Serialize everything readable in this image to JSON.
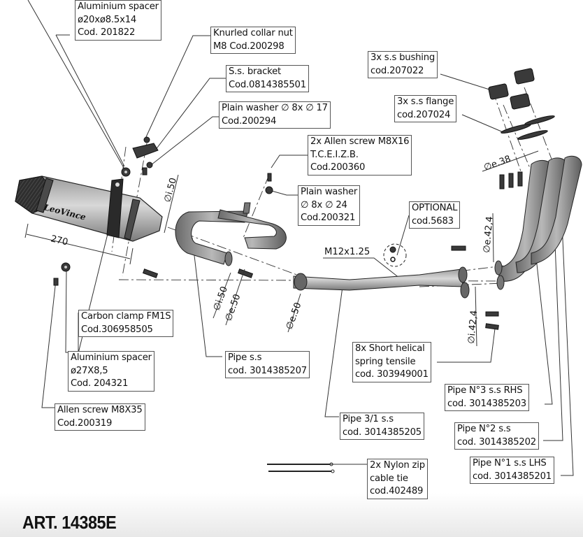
{
  "article": "ART. 14385E",
  "brand_logo_text": "LeoVince",
  "callouts": [
    {
      "id": "aluminium-spacer-201822",
      "lines": [
        "Aluminium spacer",
        "ø20xø8.5x14",
        "Cod. 201822"
      ]
    },
    {
      "id": "knurled-collar-nut",
      "lines": [
        "Knurled collar nut",
        "M8 Cod.200298"
      ]
    },
    {
      "id": "ss-bracket",
      "lines": [
        "S.s. bracket",
        "Cod.0814385501"
      ]
    },
    {
      "id": "plain-washer-17",
      "lines": [
        "Plain washer ∅ 8x ∅ 17",
        "Cod.200294"
      ]
    },
    {
      "id": "allen-screw-m8x16",
      "lines": [
        "2x Allen screw M8X16",
        "T.C.E.I.Z.B.",
        "Cod.200360"
      ]
    },
    {
      "id": "plain-washer-24",
      "lines": [
        "Plain washer",
        "∅ 8x ∅ 24",
        "Cod.200321"
      ]
    },
    {
      "id": "ss-bushing",
      "lines": [
        "3x s.s bushing",
        "cod.207022"
      ]
    },
    {
      "id": "ss-flange",
      "lines": [
        "3x s.s flange",
        "cod.207024"
      ]
    },
    {
      "id": "optional",
      "lines": [
        "OPTIONAL",
        "cod.5683"
      ]
    },
    {
      "id": "carbon-clamp",
      "lines": [
        "Carbon clamp FM1S",
        "Cod.306958505"
      ]
    },
    {
      "id": "aluminium-spacer-204321",
      "lines": [
        "Aluminium spacer",
        "ø27X8,5",
        "Cod. 204321"
      ]
    },
    {
      "id": "allen-screw-m8x35",
      "lines": [
        "Allen screw M8X35",
        "Cod.200319"
      ]
    },
    {
      "id": "pipe-ss",
      "lines": [
        "Pipe s.s",
        "cod. 3014385207"
      ]
    },
    {
      "id": "helical-spring",
      "lines": [
        "8x Short helical",
        "spring tensile",
        "cod. 303949001"
      ]
    },
    {
      "id": "pipe-3-1",
      "lines": [
        "Pipe 3/1 s.s",
        "cod. 3014385205"
      ]
    },
    {
      "id": "pipe-n3",
      "lines": [
        "Pipe N°3 s.s RHS",
        "cod. 3014385203"
      ]
    },
    {
      "id": "pipe-n2",
      "lines": [
        "Pipe N°2 s.s",
        "cod. 3014385202"
      ]
    },
    {
      "id": "pipe-n1",
      "lines": [
        "Pipe N°1 s.s LHS",
        "cod. 3014385201"
      ]
    },
    {
      "id": "nylon-zip",
      "lines": [
        "2x Nylon zip",
        "cable tie",
        "cod.402489"
      ]
    }
  ],
  "labels": {
    "thread": "M12x1.25",
    "length_270": "270"
  },
  "dimensions": {
    "muffler_inlet_i50": "∅i.50",
    "pipe_i50": "∅i.50",
    "pipe_e50": "∅e.50",
    "pipe31_e50": "∅e.50",
    "header_e38": "∅e.38",
    "collector_e42": "∅e.42,4",
    "collector_i42": "∅i.42,4"
  }
}
